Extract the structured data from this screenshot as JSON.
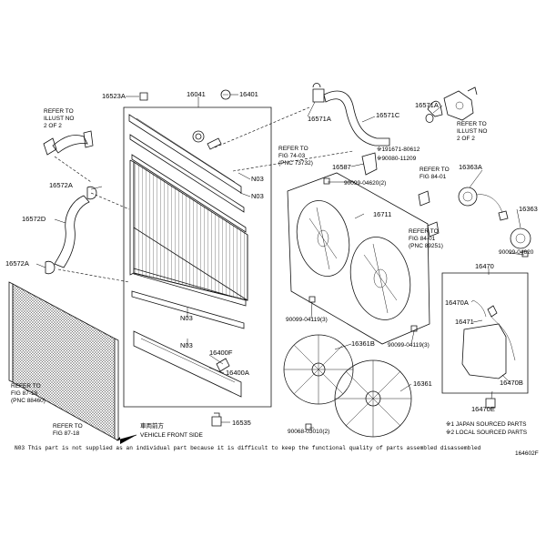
{
  "labels": {
    "p16523A": "16523A",
    "p16041": "16041",
    "p16401": "16401",
    "p16571A": "16571A",
    "p16571C": "16571C",
    "p16571A_r": "16571A",
    "p16572A_top": "16572A",
    "p16572D": "16572D",
    "p16572A_bot": "16572A",
    "p16363A": "16363A",
    "p16363": "16363",
    "p16587": "16587",
    "p16711": "16711",
    "p16470": "16470",
    "p16470A": "16470A",
    "p16471": "16471",
    "p16470B": "16470B",
    "p16470E": "16470E",
    "p16361B": "16361B",
    "p16361": "16361",
    "p16400F": "16400F",
    "p16400A": "16400A",
    "p16535": "16535",
    "n03_1": "N03",
    "n03_2": "N03",
    "n03_3": "N03",
    "n03_4": "N03",
    "bolt1a": "※191671-80612",
    "bolt1b": "※90080-11209",
    "bolt2": "90099-04620(2)",
    "bolt3": "90099-04119(3)",
    "bolt4": "90099-04119(3)",
    "bolt5": "90099-04620",
    "bolt6": "90068-03010(2)"
  },
  "refs": {
    "illust_left": [
      "REFER TO",
      "ILLUST NO",
      "2 OF 2"
    ],
    "illust_right": [
      "REFER TO",
      "ILLUST NO",
      "2 OF 2"
    ],
    "fig74": [
      "REFER TO",
      "FIG 74-03",
      "(PNC 73732)"
    ],
    "fig84a": [
      "REFER TO",
      "FIG 84-01"
    ],
    "fig84b": [
      "REFER TO",
      "FIG 84-01",
      "(PNC 89251)"
    ],
    "fig87a": [
      "REFER TO",
      "FIG 87-18",
      "(PNC 88460)"
    ],
    "fig87b": [
      "REFER TO",
      "FIG 87-18"
    ]
  },
  "front": [
    "車両前方",
    "VEHICLE FRONT SIDE"
  ],
  "legend": [
    "※1 JAPAN SOURCED PARTS",
    "※2 LOCAL SOURCED PARTS"
  ],
  "footnote": "N03 This part is not supplied as an individual part because it is difficult to keep the functional quality of parts assembled disassembled",
  "figure_id": "164602F"
}
